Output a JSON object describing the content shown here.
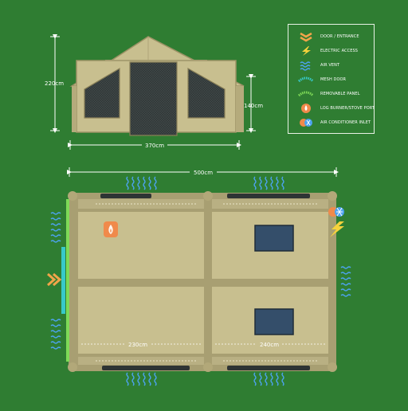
{
  "front_view": {
    "height_label": "220cm",
    "width_label": "370cm",
    "wall_label": "140cm"
  },
  "floor_plan": {
    "length_label": "500cm",
    "left_room_label": "230cm",
    "right_room_label": "240cm"
  },
  "legend": {
    "items": [
      {
        "icon": "door-entrance-icon",
        "label": "DOOR / ENTRANCE",
        "color": "#f2a44a"
      },
      {
        "icon": "electric-access-icon",
        "label": "ELECTRIC ACCESS",
        "color": "#f6d23c"
      },
      {
        "icon": "air-vent-icon",
        "label": "AIR VENT",
        "color": "#4da3f0"
      },
      {
        "icon": "mesh-door-icon",
        "label": "MESH DOOR",
        "color": "#37c9c9"
      },
      {
        "icon": "removable-panel-icon",
        "label": "REMOVABLE PANEL",
        "color": "#7ed957"
      },
      {
        "icon": "log-burner-icon",
        "label": "LOG BURNER/STOVE PORT",
        "color": "#f08a4b"
      },
      {
        "icon": "air-conditioner-icon",
        "label": "AIR CONDITIONER INLET",
        "color": "#f08a4b"
      }
    ]
  },
  "colors": {
    "background": "#2f7d32",
    "canvas": "#c8bf8f",
    "frame": "#a89f72",
    "window": "#3d4a4a",
    "vent": "#4da3f0"
  }
}
